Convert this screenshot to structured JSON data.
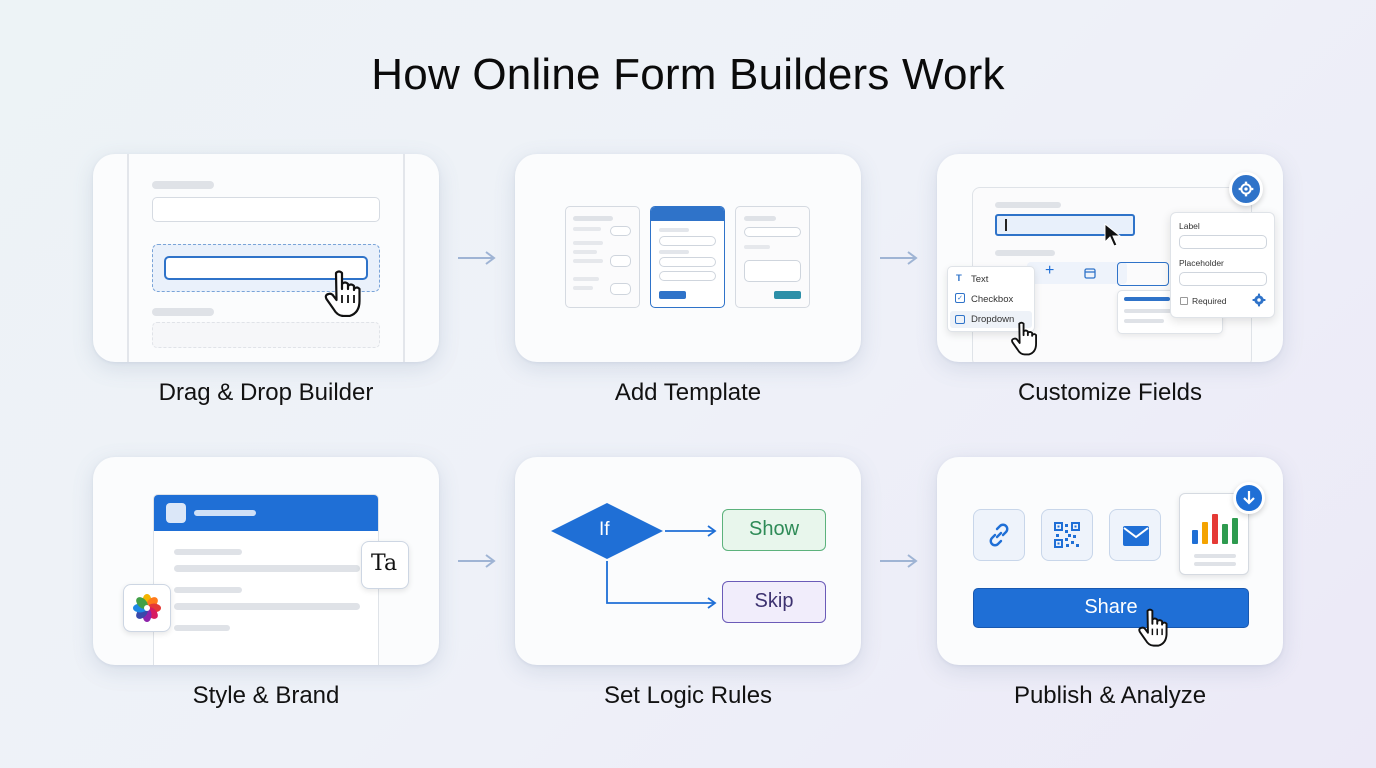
{
  "title": "How Online Form Builders Work",
  "steps": [
    {
      "label": "Drag & Drop Builder"
    },
    {
      "label": "Add Template"
    },
    {
      "label": "Customize Fields"
    },
    {
      "label": "Style & Brand"
    },
    {
      "label": "Set Logic Rules"
    },
    {
      "label": "Publish & Analyze"
    }
  ],
  "customize": {
    "menu_items": [
      "Text",
      "Checkbox",
      "Dropdown"
    ],
    "panel": {
      "label": "Label",
      "placeholder": "Placeholder",
      "required": "Required"
    }
  },
  "style": {
    "typography_icon_text": "Ta"
  },
  "logic": {
    "condition": "If",
    "show": "Show",
    "skip": "Skip"
  },
  "publish": {
    "share_label": "Share"
  },
  "colors": {
    "accent": "#1f6fd6",
    "show_green": "#2e8b57",
    "skip_purple": "#5b4a9e"
  }
}
